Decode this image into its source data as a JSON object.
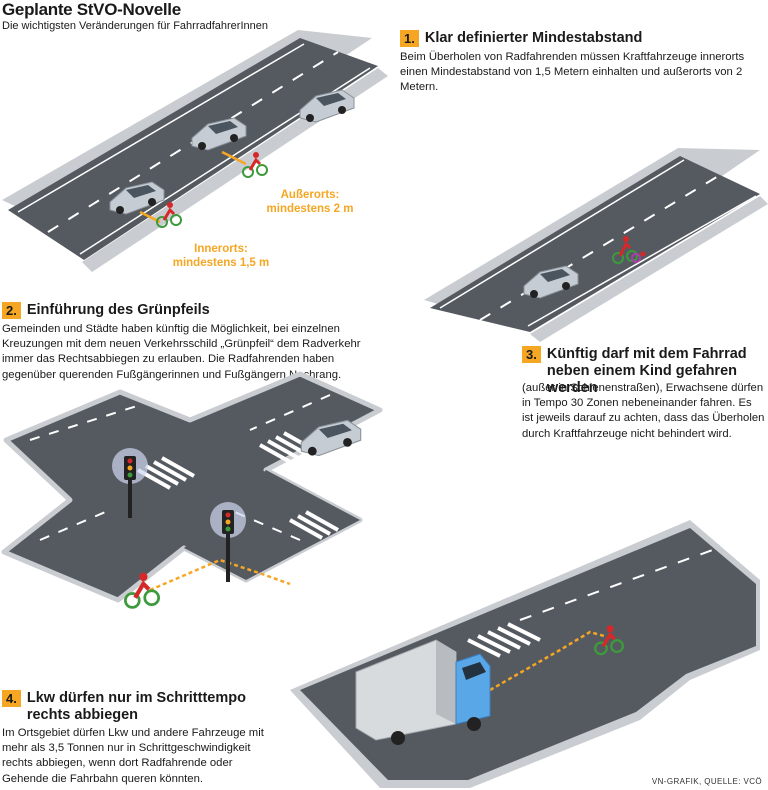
{
  "header": {
    "title": "Geplante StVO-Novelle",
    "subtitle": "Die wichtigsten Veränderungen für FahrradfahrerInnen"
  },
  "sections": [
    {
      "number": "1.",
      "title": "Klar definierter Mindestabstand",
      "body": "Beim Überholen von Radfahrenden müssen Kraftfahrzeuge innerorts einen Mindestabstand von 1,5 Metern einhalten und außerorts von 2 Metern."
    },
    {
      "number": "2.",
      "title": "Einführung des Grünpfeils",
      "body": "Gemeinden und Städte haben künftig die Möglichkeit, bei einzelnen Kreuzungen mit dem neuen Verkehrsschild „Grünpfeil“ dem Radverkehr immer das Rechtsabbiegen zu erlauben. Die Radfahrenden haben gegenüber querenden Fußgängerinnen und Fußgängern Nachrang."
    },
    {
      "number": "3.",
      "title": "Künftig darf mit dem Fahrrad neben einem Kind gefahren werden",
      "body": "(außer in Schienenstraßen), Erwachsene dürfen in Tempo 30 Zonen nebeneinander fahren. Es ist jeweils darauf zu achten, dass das Überholen durch Kraftfahrzeuge nicht behindert wird."
    },
    {
      "number": "4.",
      "title": "Lkw dürfen nur im Schritttempo rechts abbiegen",
      "body": "Im Ortsgebiet dürfen Lkw und andere Fahrzeuge mit mehr als 3,5 Tonnen nur in Schrittgeschwindigkeit rechts abbiegen, wenn dort Radfahrende oder Gehende die Fahrbahn queren könnten."
    }
  ],
  "labels": {
    "ausserorts": "Außerorts: mindestens 2 m",
    "innerorts": "Innerorts: mindestens 1,5 m"
  },
  "credit": "VN-GRAFIK, QUELLE: VCÖ",
  "colors": {
    "accent": "#f5a623",
    "road": "#555a60",
    "curb": "#c9ccd0",
    "car": "#c5ccd3",
    "truck_cab": "#5aa7e8",
    "cyclist": "#d62828",
    "bike": "#3d9a3d"
  }
}
